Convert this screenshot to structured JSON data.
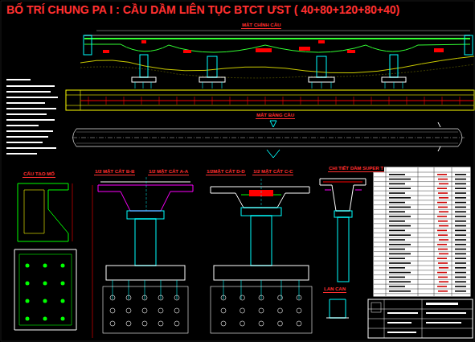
{
  "diagram": {
    "title": "BỐ TRÍ CHUNG PA I : CẦU DẦM LIÊN TỤC BTCT ƯST ( 40+80+120+80+40)",
    "labels": [
      "MẶT CHÍNH CẦU",
      "MẶT BẰNG CẦU",
      "1/2 MẶT CẮT B-B",
      "1/2 MẶT CẮT A-A",
      "1/2MẶT CẮT D-D",
      "1/2 MẶT CẮT C-C",
      "CHI TIẾT DẦM SUPER T",
      "CẤU TẠO MỐ",
      "LAN CAN"
    ]
  }
}
